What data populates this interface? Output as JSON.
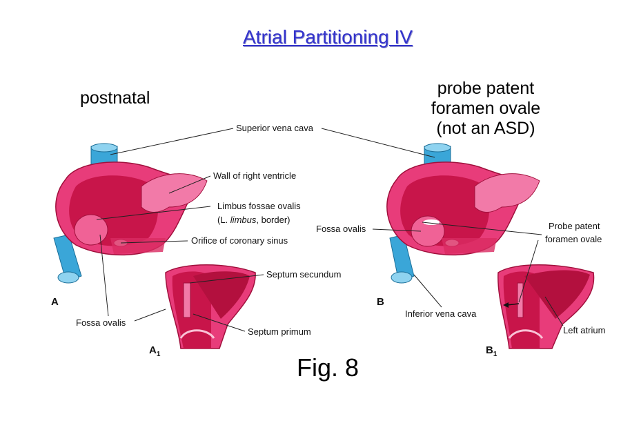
{
  "title": "Atrial Partitioning IV",
  "headings": {
    "left": "postnatal",
    "right_line1": "probe patent",
    "right_line2": "foramen ovale",
    "right_line3": "(not an ASD)"
  },
  "labels": {
    "superior_vena_cava": "Superior vena cava",
    "wall_right_ventricle": "Wall of right ventricle",
    "limbus_line1": "Limbus fossae ovalis",
    "limbus_line2_pre": "(L. ",
    "limbus_line2_italic": "limbus",
    "limbus_line2_post": ", border)",
    "orifice_coronary_sinus": "Orifice of coronary sinus",
    "septum_secundum": "Septum secundum",
    "septum_primum": "Septum primum",
    "fossa_ovalis_a": "Fossa ovalis",
    "fossa_ovalis_b": "Fossa ovalis",
    "probe_line1": "Probe patent",
    "probe_line2": "foramen ovale",
    "inferior_vena_cava": "Inferior vena cava",
    "left_atrium": "Left atrium"
  },
  "panels": {
    "a": "A",
    "a1_main": "A",
    "a1_sub": "1",
    "b": "B",
    "b1_main": "B",
    "b1_sub": "1"
  },
  "caption": "Fig. 8",
  "colors": {
    "title": "#3333cc",
    "heart_outer": "#e83c7a",
    "heart_inner": "#c8154a",
    "heart_light": "#f27aa8",
    "vessel": "#3aa6d8",
    "vessel_light": "#8fd3f0"
  }
}
